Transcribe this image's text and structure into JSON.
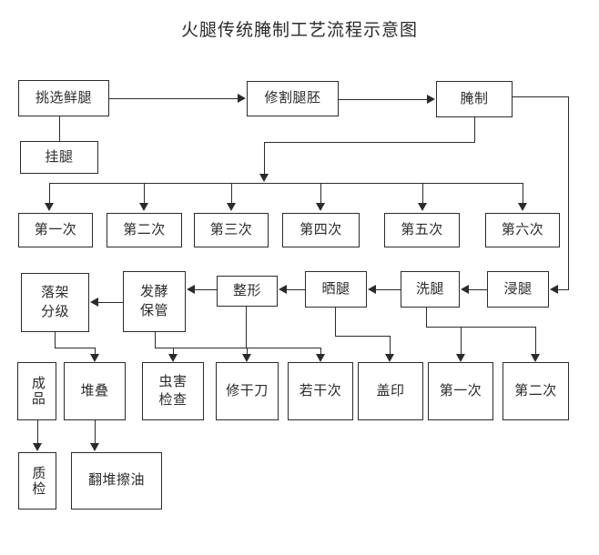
{
  "title": "火腿传统腌制工艺流程示意图",
  "colors": {
    "line": "#2b2b2b",
    "box_border": "#2b2b2b",
    "background": "#ffffff",
    "text": "#2b2b2b"
  },
  "nodes": {
    "select_fresh_leg": "挑选鲜腿",
    "hang_leg": "挂腿",
    "trim_leg_blank": "修割腿胚",
    "curing": "腌制",
    "salting_1": "第一次",
    "salting_2": "第二次",
    "salting_3": "第三次",
    "salting_4": "第四次",
    "salting_5": "第五次",
    "salting_6": "第六次",
    "soak_leg": "浸腿",
    "wash_leg": "洗腿",
    "sun_leg": "晒腿",
    "shaping": "整形",
    "ferment_storage": "发酵\n保管",
    "unrack_grading": "落架\n分级",
    "finished_product": "成品",
    "stacking": "堆叠",
    "pest_inspection": "虫害\n检查",
    "dry_trim_knife": "修干刀",
    "several_times": "若干次",
    "stamping": "盖印",
    "brush_first": "第一次",
    "brush_second": "第二次",
    "quality_check": "质检",
    "turn_stack_oil": "翻堆擦油"
  }
}
